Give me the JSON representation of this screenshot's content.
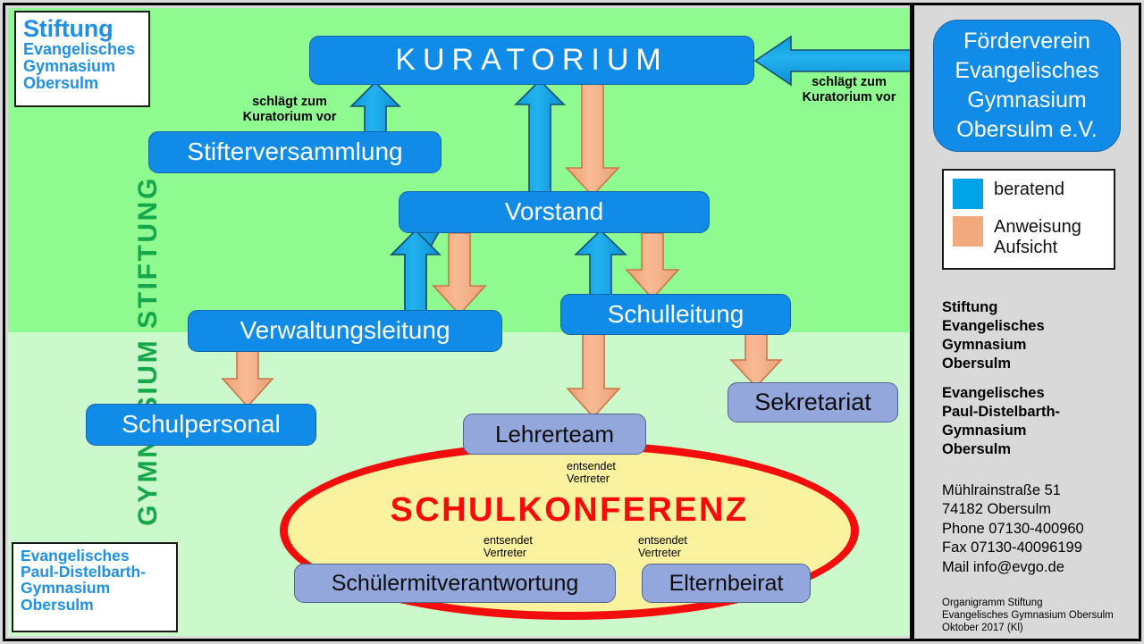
{
  "document": {
    "title": "Organigramm Stiftung Evangelisches Gymnasium Obersulm"
  },
  "captions": {
    "top": {
      "title": "Stiftung",
      "subtitle": "Evangelisches\nGymnasium\nObersulm"
    },
    "bottom": {
      "subtitle": "Evangelisches\nPaul-Distelbarth-\nGymnasium\nObersulm"
    },
    "vertical_label": "GYMNASIUM STIFTUNG"
  },
  "nodes": {
    "kuratorium": "KURATORIUM",
    "stifterversammlung": "Stifterversammlung",
    "vorstand": "Vorstand",
    "verwaltungsleitung": "Verwaltungsleitung",
    "schulleitung": "Schulleitung",
    "schulpersonal": "Schulpersonal",
    "sekretariat": "Sekretariat",
    "lehrerteam": "Lehrerteam",
    "schuelermitverantwortung": "Schülermitverantwortung",
    "elternbeirat": "Elternbeirat",
    "schulkonferenz": "SCHULKONFERENZ",
    "foerderverein": {
      "line1": "Förderverein",
      "line2": "Evangelisches",
      "line3": "Gymnasium",
      "line4": "Obersulm e.V."
    }
  },
  "arrow_labels": {
    "stifterversammlung_to_kuratorium": "schlägt zum\nKuratorium vor",
    "foerderverein_to_kuratorium": "schlägt zum\nKuratorium vor",
    "lehrerteam_to_schulkonferenz": "entsendet\nVertreter",
    "smv_to_schulkonferenz": "entsendet\nVertreter",
    "elternbeirat_to_schulkonferenz": "entsendet\nVertreter"
  },
  "legend": {
    "items": [
      {
        "color": "#00a2e8",
        "label": "beratend"
      },
      {
        "color": "#f2a97e",
        "label": "Anweisung\nAufsicht"
      }
    ],
    "beratend_label": "beratend",
    "anweisung_label": "Anweisung\nAufsicht",
    "beratend_color": "#00a2e8",
    "anweisung_color": "#f2a97e"
  },
  "sidebar": {
    "org1": "Stiftung\nEvangelisches\nGymnasium\nObersulm",
    "org2": "Evangelisches\nPaul-Distelbarth-\nGymnasium\nObersulm",
    "address": "Mühlrainstraße 51\n74182 Obersulm\nPhone 07130-400960\nFax 07130-40096199\nMail info@evgo.de",
    "footer": "Organigramm Stiftung\nEvangelisches Gymnasium Obersulm\nOktober 2017 (Kl)"
  },
  "colors": {
    "node_blue": "#108ce8",
    "node_lilac": "#93a7dc",
    "arrow_blue": "#1aa8e8",
    "arrow_orange": "#f0a97f",
    "green_upper": "#8ffa8f",
    "green_lower": "#ccf9cc",
    "ellipse_fill": "#fbf2a0",
    "ellipse_stroke": "#f40d0d",
    "schulkonferenz_text": "#fa0a0a",
    "caption_text": "#1e90e8",
    "vertical_label_text": "#16a74a",
    "sidebar_bg": "#d9d9d9"
  }
}
